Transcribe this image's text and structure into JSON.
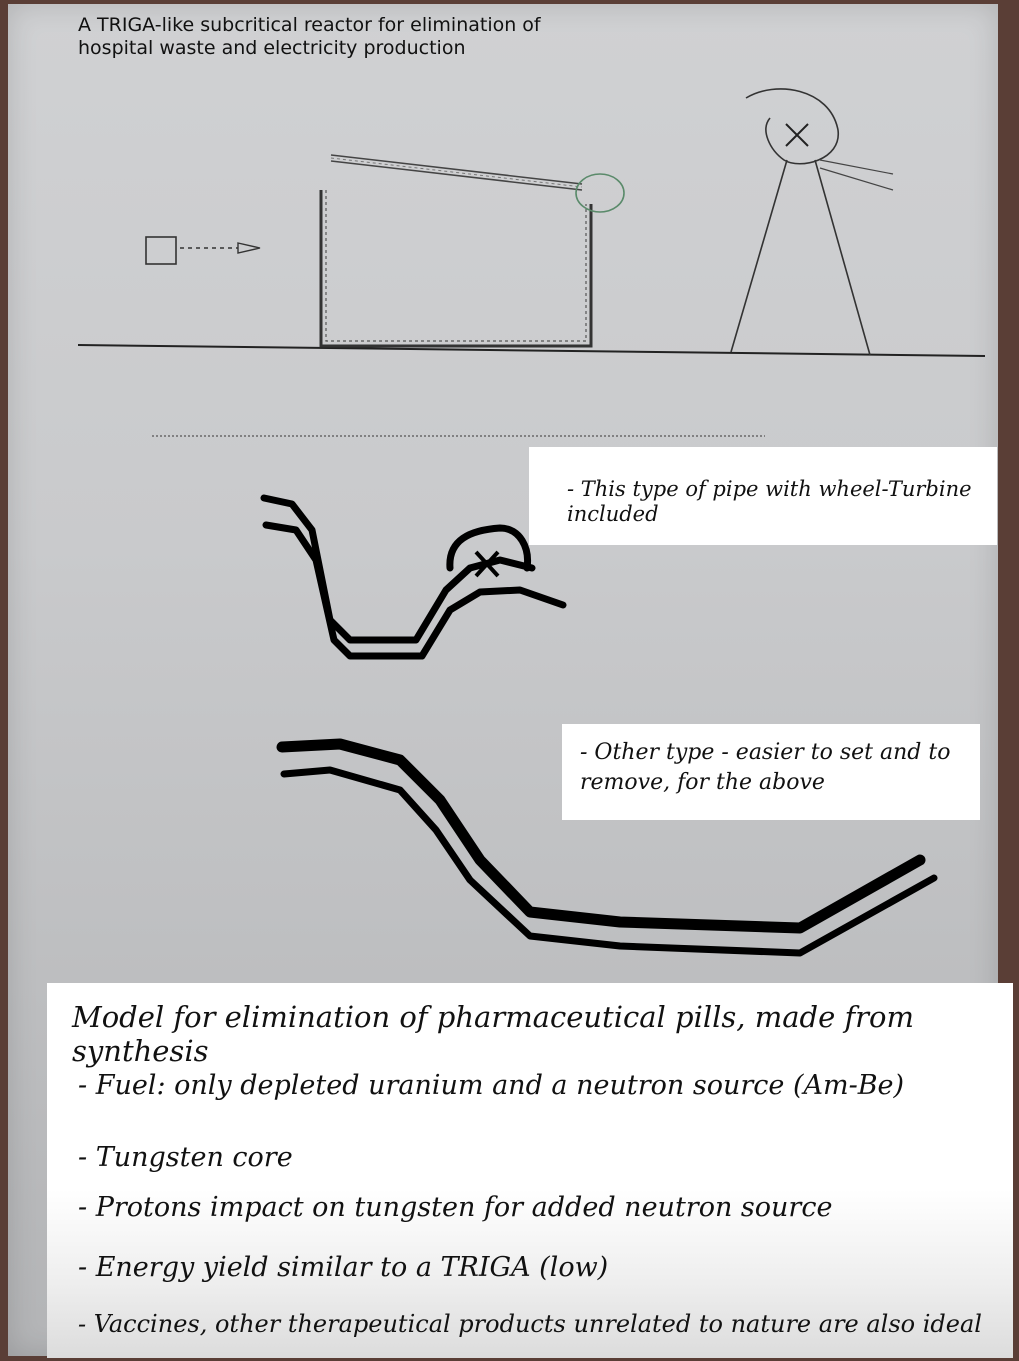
{
  "title": "A TRIGA-like subcritical reactor for elimination of hospital waste and electricity production",
  "note_pipe_wheel": "- This type of pipe with wheel-Turbine included",
  "note_other_type": "- Other type - easier to set and to remove, for the above",
  "model": {
    "heading": "Model for elimination of pharmaceutical pills, made from synthesis",
    "items": [
      "- Fuel: only depleted uranium and a neutron source (Am-Be)",
      "- Tungsten core",
      "- Protons impact on tungsten for added neutron source",
      "- Energy yield similar to a TRIGA (low)",
      "- Vaccines, other therapeutical products unrelated to nature are also ideal"
    ]
  }
}
